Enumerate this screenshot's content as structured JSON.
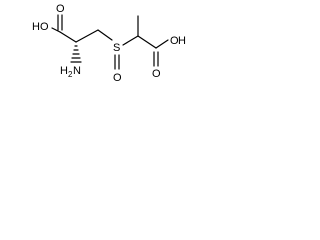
{
  "molecule": {
    "atoms": {
      "oh_left_o": "O",
      "oh_left_h": "H",
      "carbonyl_left": "O",
      "amine_n": "N",
      "amine_h": "H",
      "amine_sub": "2",
      "sulfur": "S",
      "sulfoxide_o": "O",
      "oh_right_o": "O",
      "oh_right_h": "H",
      "carbonyl_right": "O"
    }
  }
}
